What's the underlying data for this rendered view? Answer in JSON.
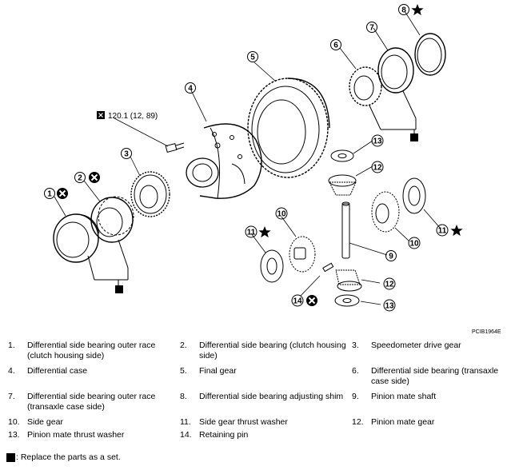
{
  "torque": {
    "value": "120.1 (12, 89)"
  },
  "reference_code": "PCIB1964E",
  "callouts": {
    "c1": "1",
    "c2": "2",
    "c3": "3",
    "c4": "4",
    "c5": "5",
    "c6": "6",
    "c7": "7",
    "c8": "8",
    "c9": "9",
    "c10a": "10",
    "c10b": "10",
    "c11a": "11",
    "c11b": "11",
    "c12a": "12",
    "c12b": "12",
    "c13a": "13",
    "c13b": "13",
    "c14": "14"
  },
  "legend": [
    {
      "num": "1.",
      "text": "Differential side bearing outer race (clutch housing side)"
    },
    {
      "num": "2.",
      "text": "Differential side bearing (clutch housing side)"
    },
    {
      "num": "3.",
      "text": "Speedometer drive gear"
    },
    {
      "num": "4.",
      "text": "Differential case"
    },
    {
      "num": "5.",
      "text": "Final gear"
    },
    {
      "num": "6.",
      "text": "Differential side bearing (transaxle case side)"
    },
    {
      "num": "7.",
      "text": "Differential side bearing outer race (transaxle case side)"
    },
    {
      "num": "8.",
      "text": "Differential side bearing adjusting shim"
    },
    {
      "num": "9.",
      "text": "Pinion mate shaft"
    },
    {
      "num": "10.",
      "text": "Side gear"
    },
    {
      "num": "11.",
      "text": "Side gear thrust washer"
    },
    {
      "num": "12.",
      "text": "Pinion mate gear"
    },
    {
      "num": "13.",
      "text": "Pinion mate thrust washer"
    },
    {
      "num": "14.",
      "text": "Retaining pin"
    }
  ],
  "note": ": Replace the parts as a set."
}
